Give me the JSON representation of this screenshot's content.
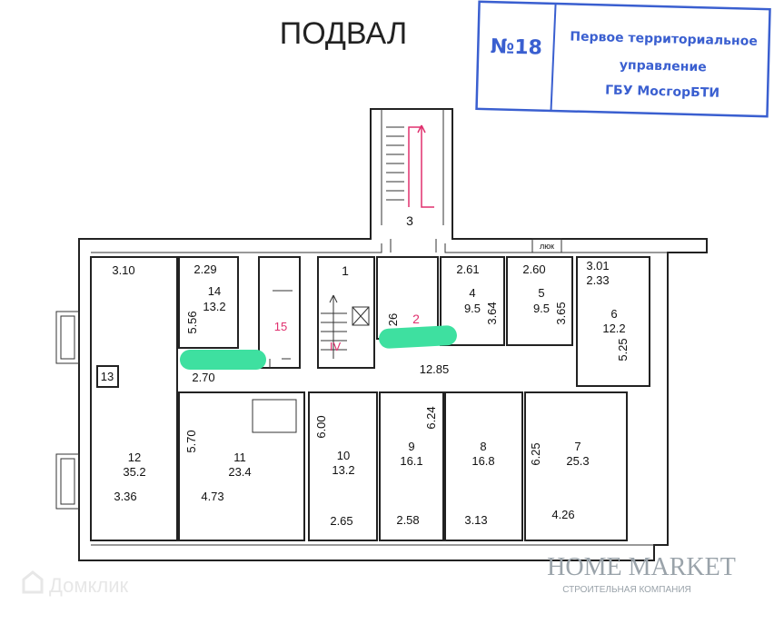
{
  "title": "ПОДВАЛ",
  "stamp": {
    "number": "№18",
    "line1": "Первое территориальное",
    "line2": "управление",
    "line3": "ГБУ МосгорБТИ",
    "color": "#3a5fd0"
  },
  "rooms": [
    {
      "id": "1",
      "area": "",
      "dims": []
    },
    {
      "id": "2",
      "area": "",
      "dims": [
        "26"
      ]
    },
    {
      "id": "3",
      "area": "",
      "dims": []
    },
    {
      "id": "4",
      "area": "9.5",
      "dims": [
        "2.61",
        "3.64"
      ]
    },
    {
      "id": "5",
      "area": "9.5",
      "dims": [
        "2.60",
        "3.65"
      ]
    },
    {
      "id": "6",
      "area": "12.2",
      "dims": [
        "3.01",
        "2.33",
        "5.25"
      ]
    },
    {
      "id": "7",
      "area": "25.3",
      "dims": [
        "6.25",
        "4.26"
      ]
    },
    {
      "id": "8",
      "area": "16.8",
      "dims": [
        "3.13"
      ]
    },
    {
      "id": "9",
      "area": "16.1",
      "dims": [
        "6.24",
        "2.58"
      ]
    },
    {
      "id": "10",
      "area": "13.2",
      "dims": [
        "6.00",
        "2.65"
      ]
    },
    {
      "id": "11",
      "area": "23.4",
      "dims": [
        "5.70",
        "4.73"
      ]
    },
    {
      "id": "12",
      "area": "35.2",
      "dims": [
        "3.10",
        "3.36"
      ]
    },
    {
      "id": "13",
      "area": "",
      "dims": []
    },
    {
      "id": "14",
      "area": "13.2",
      "dims": [
        "2.29",
        "5.56",
        "2.70"
      ]
    },
    {
      "id": "15",
      "area": "",
      "dims": []
    }
  ],
  "corridor_dim": "12.85",
  "hatch_label": "люк",
  "stair_label": "IV",
  "highlight_color": "#3ee0a0",
  "watermarks": {
    "domclick": "Домклик",
    "brand": "HOME MARKET",
    "brand_sub": "СТРОИТЕЛЬНАЯ КОМПАНИЯ"
  }
}
